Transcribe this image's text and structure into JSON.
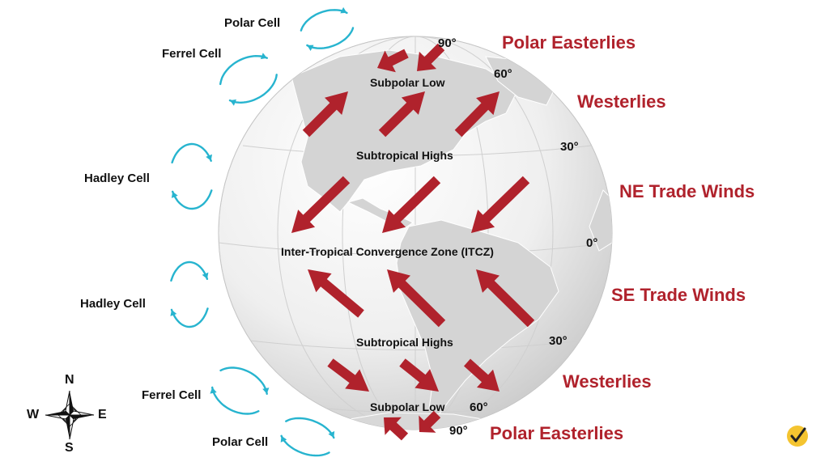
{
  "colors": {
    "wind_arrow": "#b0222c",
    "wind_label": "#b0222c",
    "cell_loop": "#27b4cf",
    "globe_ocean": "#f1f1f1",
    "globe_land": "#d6d6d6",
    "logo_badge": "#f4c430"
  },
  "cells": {
    "polar_north": "Polar Cell",
    "ferrel_north": "Ferrel Cell",
    "hadley_north": "Hadley Cell",
    "hadley_south": "Hadley Cell",
    "ferrel_south": "Ferrel Cell",
    "polar_south": "Polar Cell"
  },
  "winds": {
    "polar_easterlies_north": "Polar Easterlies",
    "westerlies_north": "Westerlies",
    "ne_trade": "NE Trade Winds",
    "se_trade": "SE Trade Winds",
    "westerlies_south": "Westerlies",
    "polar_easterlies_south": "Polar Easterlies"
  },
  "zones": {
    "subpolar_low_north": "Subpolar Low",
    "subtropical_highs_north": "Subtropical Highs",
    "itcz": "Inter-Tropical Convergence Zone (ITCZ)",
    "subtropical_highs_south": "Subtropical Highs",
    "subpolar_low_south": "Subpolar Low"
  },
  "latitudes": {
    "n90": "90°",
    "n60": "60°",
    "n30": "30°",
    "eq": "0°",
    "s30": "30°",
    "s60": "60°",
    "s90": "90°"
  },
  "compass": {
    "n": "N",
    "e": "E",
    "s": "S",
    "w": "W"
  },
  "icons": {
    "compass": "compass-rose-icon",
    "logo": "checkmark-badge-icon"
  }
}
